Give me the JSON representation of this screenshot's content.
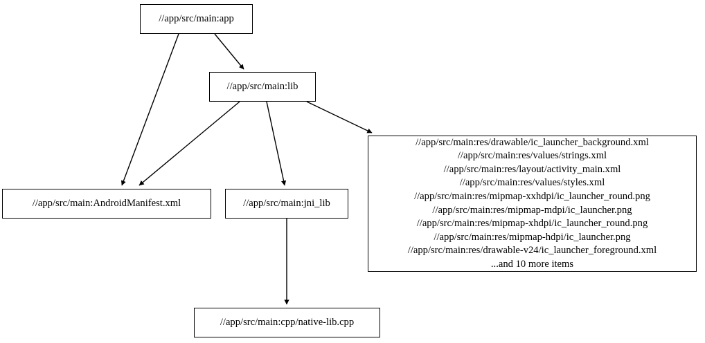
{
  "graph": {
    "nodes": [
      {
        "id": "app",
        "label": "//app/src/main:app"
      },
      {
        "id": "lib",
        "label": "//app/src/main:lib"
      },
      {
        "id": "manifest",
        "label": "//app/src/main:AndroidManifest.xml"
      },
      {
        "id": "jni_lib",
        "label": "//app/src/main:jni_lib"
      },
      {
        "id": "native_lib",
        "label": "//app/src/main:cpp/native-lib.cpp"
      }
    ],
    "resources_node": {
      "id": "resources",
      "lines": [
        "//app/src/main:res/drawable/ic_launcher_background.xml",
        "//app/src/main:res/values/strings.xml",
        "//app/src/main:res/layout/activity_main.xml",
        "//app/src/main:res/values/styles.xml",
        "//app/src/main:res/mipmap-xxhdpi/ic_launcher_round.png",
        "//app/src/main:res/mipmap-mdpi/ic_launcher.png",
        "//app/src/main:res/mipmap-xhdpi/ic_launcher_round.png",
        "//app/src/main:res/mipmap-hdpi/ic_launcher.png",
        "//app/src/main:res/drawable-v24/ic_launcher_foreground.xml",
        "...and 10 more items"
      ]
    },
    "edges": [
      {
        "from": "app",
        "to": "lib"
      },
      {
        "from": "app",
        "to": "manifest"
      },
      {
        "from": "lib",
        "to": "manifest"
      },
      {
        "from": "lib",
        "to": "jni_lib"
      },
      {
        "from": "lib",
        "to": "resources"
      },
      {
        "from": "jni_lib",
        "to": "native_lib"
      }
    ],
    "colors": {
      "background": "#ffffff",
      "node_border": "#000000",
      "node_fill": "#ffffff",
      "edge": "#000000",
      "text": "#000000"
    }
  }
}
